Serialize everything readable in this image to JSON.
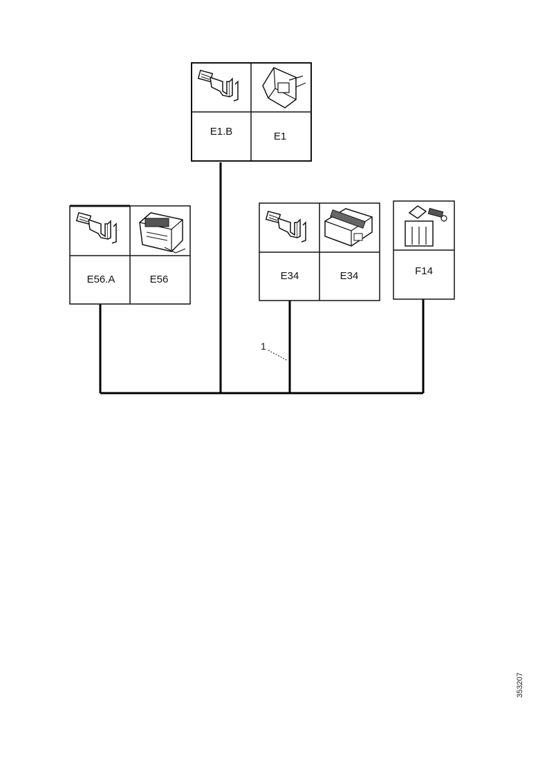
{
  "connectors": [
    {
      "id": "E1",
      "terminal_label": "E1.B",
      "housing_label": "E1",
      "terminal_icon": "crimp-terminal-icon",
      "housing_icon": "connector-housing-icon"
    },
    {
      "id": "E56",
      "terminal_label": "E56.A",
      "housing_label": "E56",
      "terminal_icon": "crimp-terminal-icon",
      "housing_icon": "connector-housing-icon"
    },
    {
      "id": "E34",
      "terminal_label": "E34",
      "housing_label": "E34",
      "terminal_icon": "crimp-terminal-icon",
      "housing_icon": "connector-housing-icon"
    },
    {
      "id": "F14",
      "housing_label": "F14",
      "housing_icon": "fuse-holder-icon"
    }
  ],
  "harness_callout": "1",
  "reference_number": "353207"
}
